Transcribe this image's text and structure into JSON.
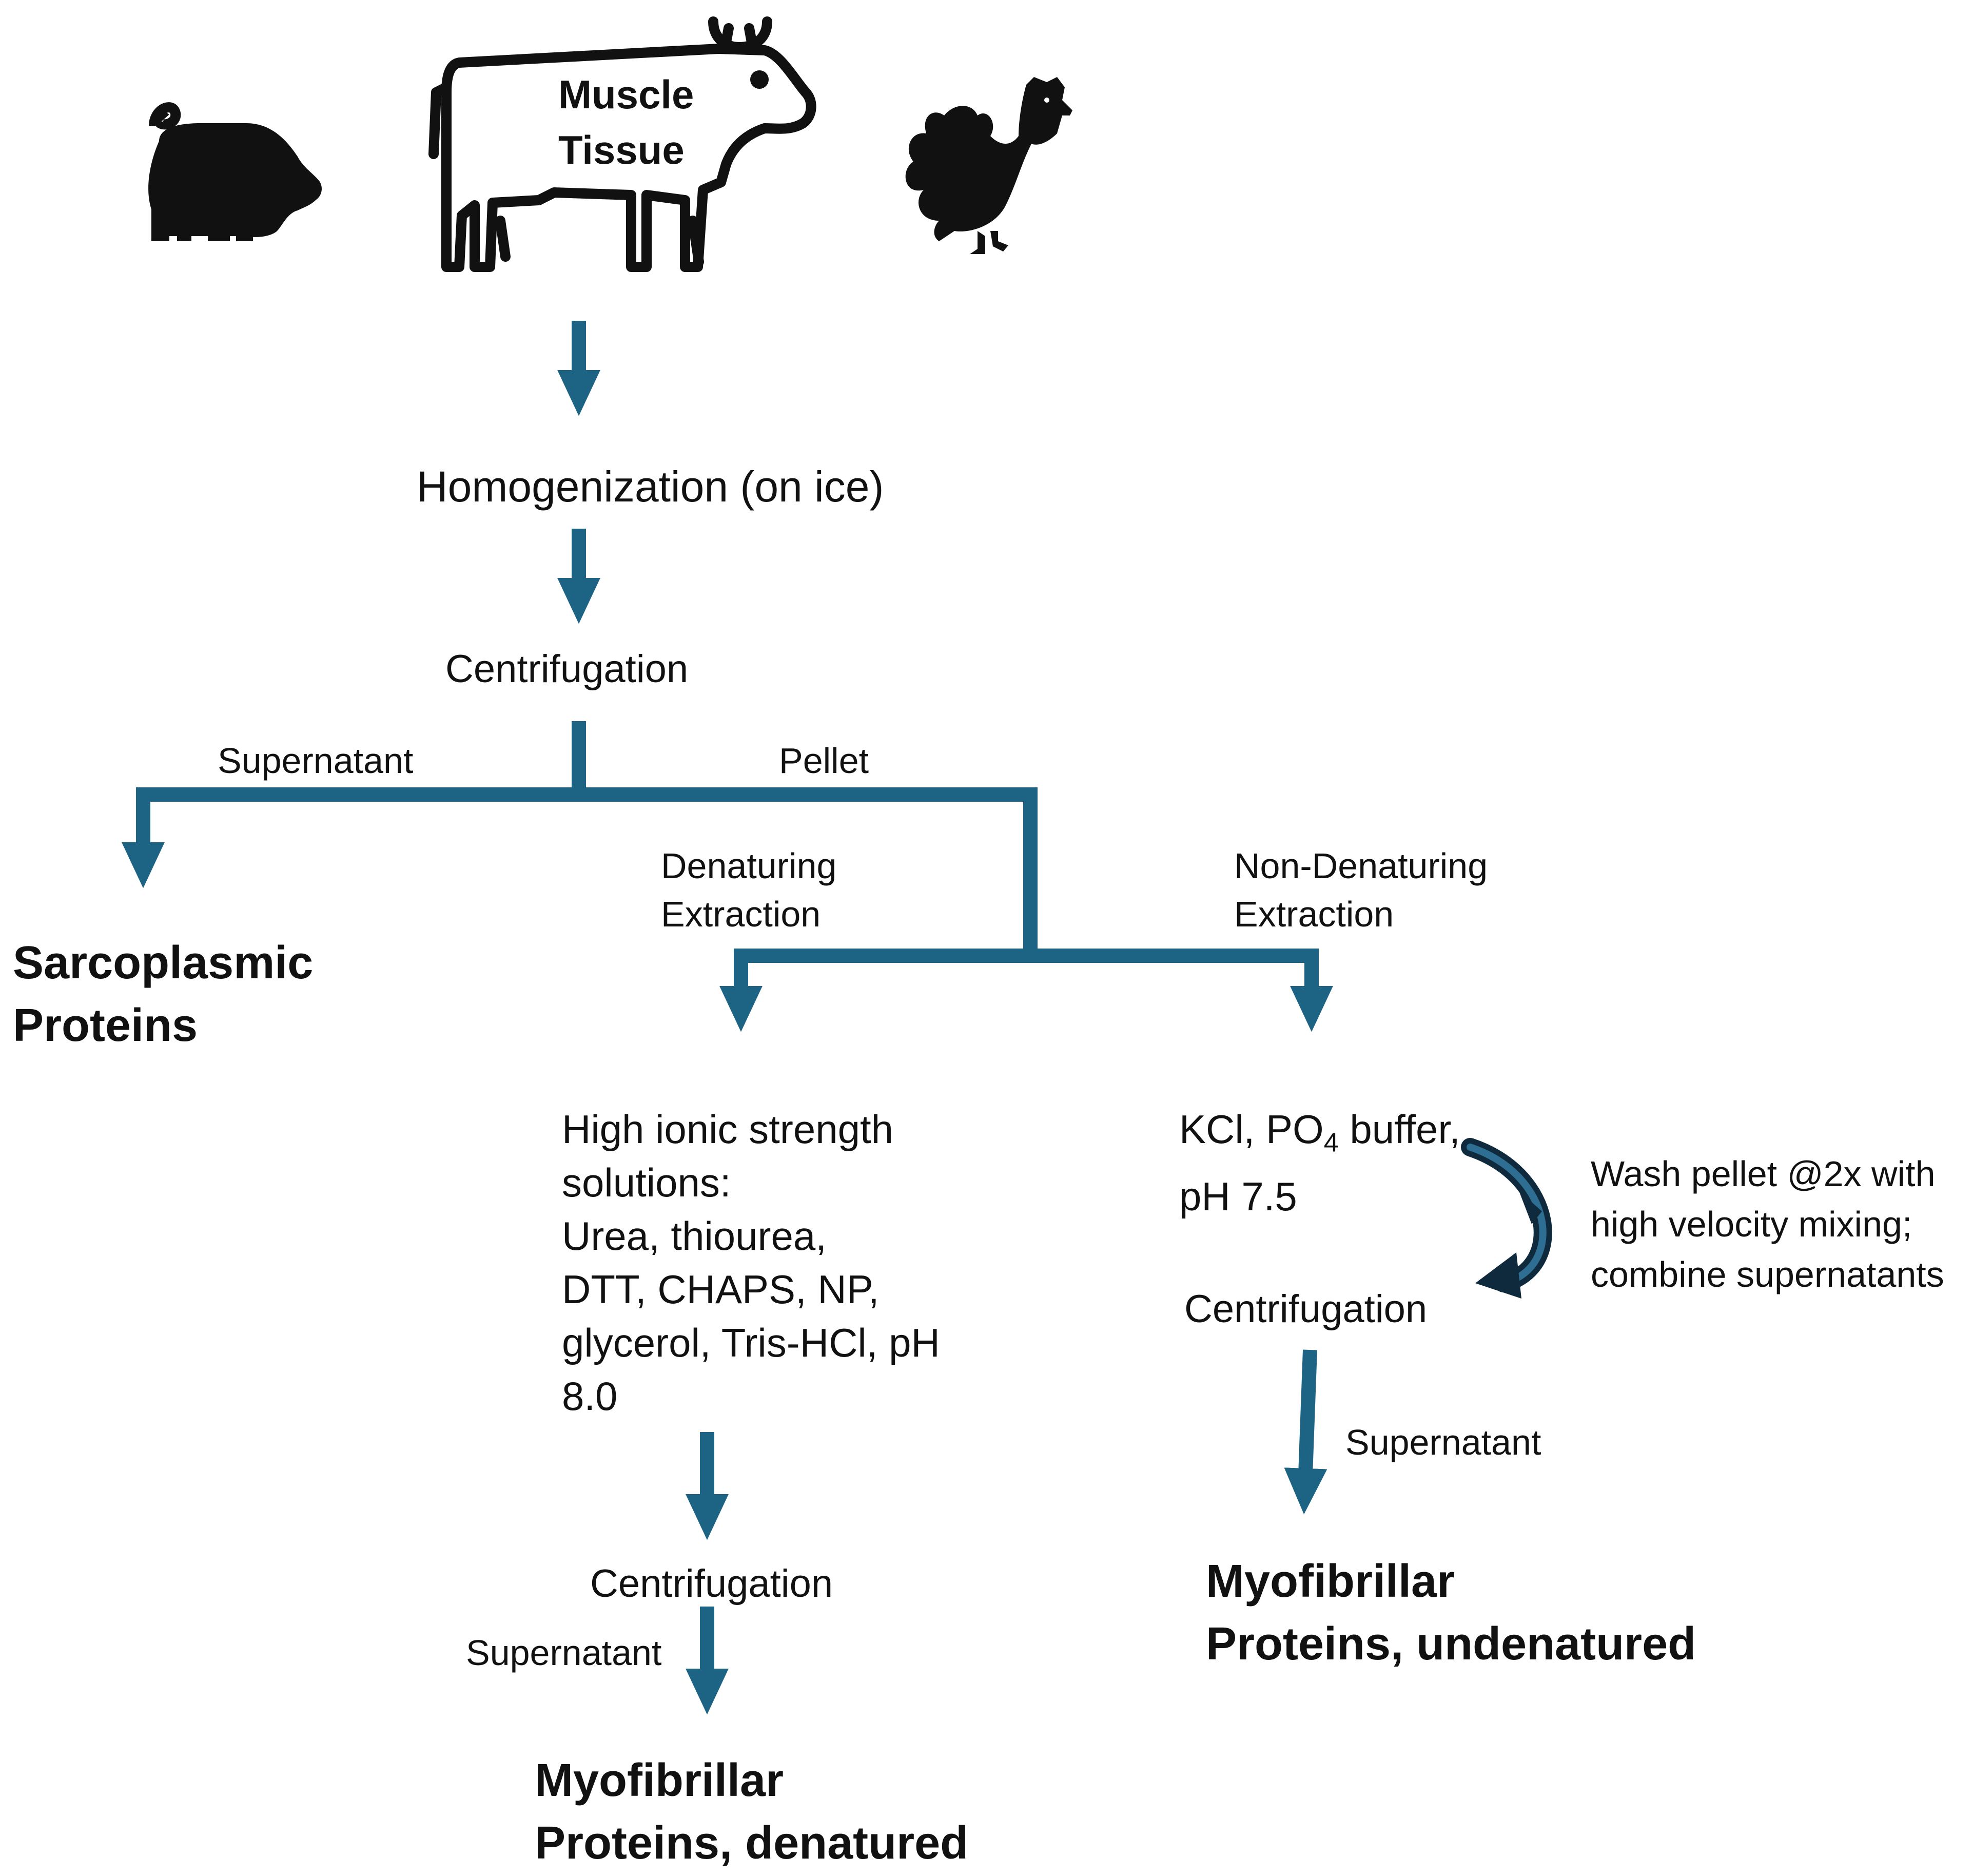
{
  "colors": {
    "flow": "#1c6384",
    "icon": "#111111",
    "curved_arrow": "#173a52"
  },
  "icons": [
    "pig-icon",
    "cow-icon",
    "rooster-icon"
  ],
  "source": {
    "line1": "Muscle",
    "line2": "Tissue"
  },
  "homogenization": "Homogenization (on ice)",
  "centrifugation_main": "Centrifugation",
  "supernatant_branch": "Supernatant",
  "pellet_branch": "Pellet",
  "sarcoplasmic": {
    "line1": "Sarcoplasmic",
    "line2": "Proteins"
  },
  "denaturing": {
    "label_line1": "Denaturing",
    "label_line2": "Extraction",
    "solution_lines": [
      "High ionic strength",
      "solutions:",
      "Urea, thiourea,",
      "DTT, CHAPS, NP,",
      "glycerol, Tris-HCl, pH",
      "8.0"
    ],
    "centrifugation": "Centrifugation",
    "supernatant": "Supernatant",
    "result_line1": "Myofibrillar",
    "result_line2": "Proteins, denatured"
  },
  "non_denaturing": {
    "label_line1": "Non-Denaturing",
    "label_line2": "Extraction",
    "buffer_pre": "KCl, PO",
    "buffer_sub": "4",
    "buffer_post": " buffer,",
    "buffer_line2": "pH 7.5",
    "wash_lines": [
      "Wash pellet @2x with",
      "high velocity mixing;",
      "combine supernatants"
    ],
    "centrifugation": "Centrifugation",
    "supernatant": "Supernatant",
    "result_line1": "Myofibrillar",
    "result_line2": "Proteins, undenatured"
  }
}
